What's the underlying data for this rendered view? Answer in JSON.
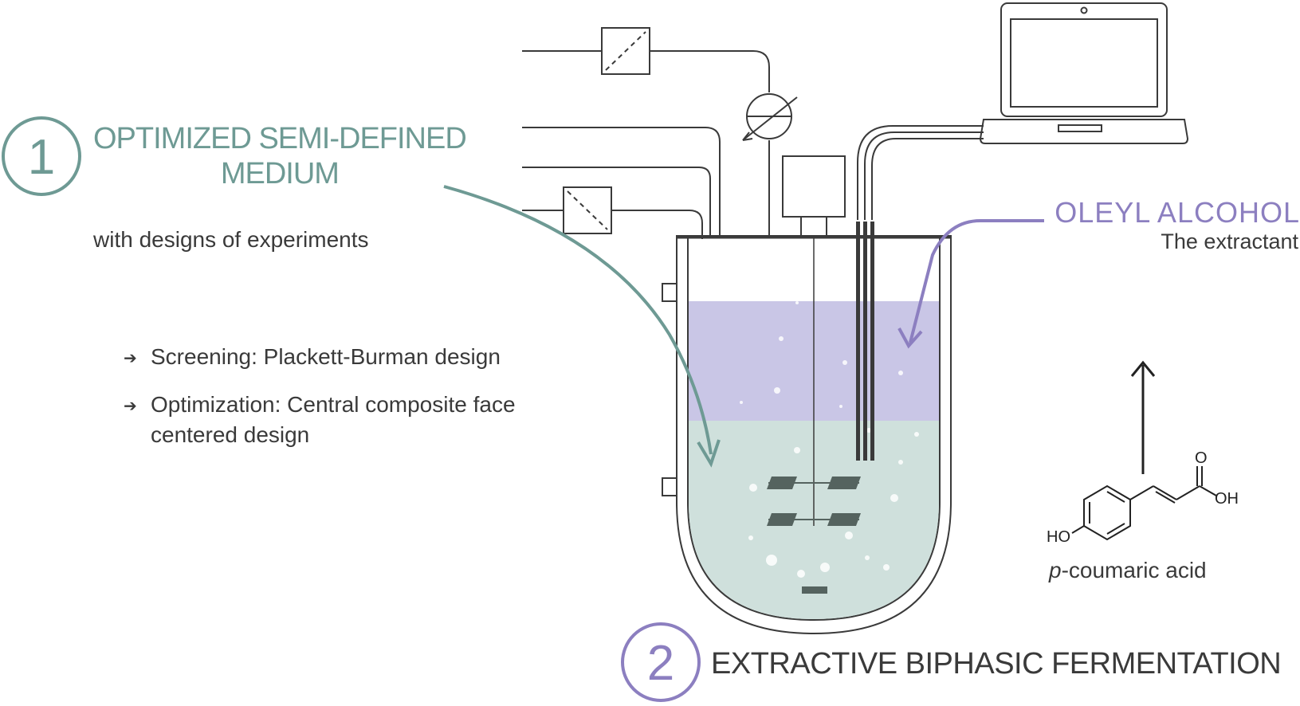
{
  "step1": {
    "number": "1",
    "title_line1": "OPTIMIZED SEMI-DEFINED",
    "title_line2": "MEDIUM",
    "subtitle": "with designs of experiments",
    "bullets": [
      {
        "text_line1": "Screening: Plackett-Burman design",
        "text_line2": ""
      },
      {
        "text_line1": "Optimization: Central composite face",
        "text_line2": "centered design"
      }
    ]
  },
  "extractant": {
    "name": "OLEYL ALCOHOL",
    "role": "The extractant"
  },
  "step2": {
    "number": "2",
    "title": "EXTRACTIVE BIPHASIC FERMENTATION"
  },
  "molecule": {
    "prefix": "p",
    "name": "-coumaric acid",
    "atom_o": "O",
    "atom_oh": "OH",
    "atom_ho": "HO"
  },
  "colors": {
    "teal": "#6e9a94",
    "purple": "#8c7fc0",
    "organic_phase": "#c9c6e6",
    "aqueous_phase": "#cfe0dc",
    "line": "#3a3a3a",
    "impeller": "#55635f"
  },
  "icons": [
    "laptop-icon",
    "flow-controller-icon",
    "valve-icon",
    "motor-icon",
    "impeller-icon",
    "arrow-icon"
  ]
}
